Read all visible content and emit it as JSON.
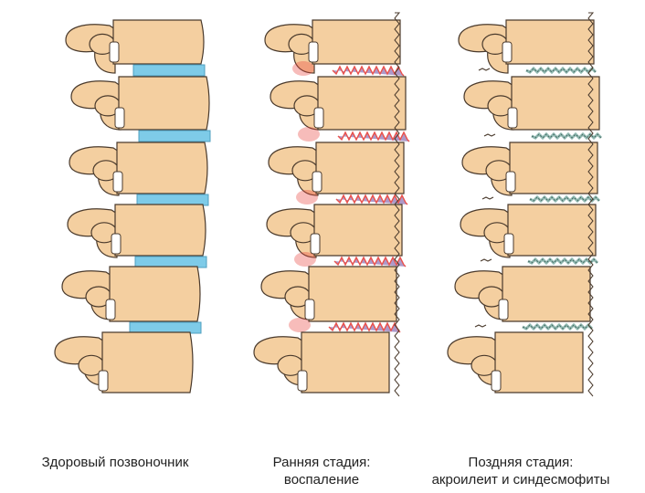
{
  "panels": [
    {
      "lines": [
        "Здоровый позвоночник"
      ],
      "stage": "healthy"
    },
    {
      "lines": [
        "Ранняя стадия:",
        "воспаление"
      ],
      "stage": "early"
    },
    {
      "lines": [
        "Поздняя стадия:",
        "акроилеит и синдесмофиты"
      ],
      "stage": "late"
    }
  ],
  "colors": {
    "bone": "#f4cfa0",
    "outline": "#4a3a2c",
    "disc": "#7ecbe8",
    "inflammation": "#e8403a",
    "inflamed_disc": "#a58fc4",
    "syndesmophyte": "#8fb8b0"
  }
}
